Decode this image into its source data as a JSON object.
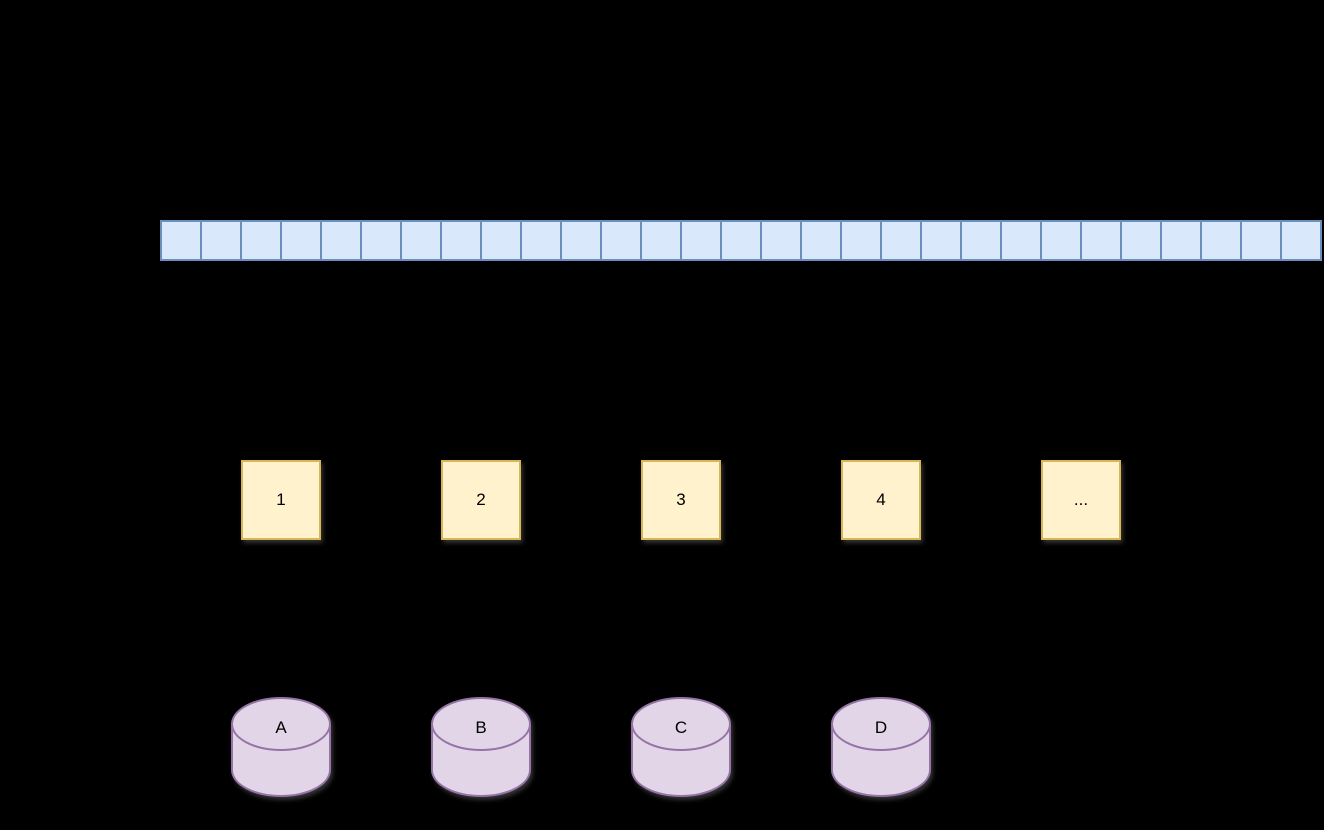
{
  "diagram": {
    "description": "Sharding diagram: a segmented slot bar, numbered shard squares, and database cylinders",
    "background_color": "#000000",
    "slot_bar": {
      "cell_count": 29,
      "fill": "#dae8fc",
      "stroke": "#6c8ebf"
    },
    "shards": {
      "labels": [
        "1",
        "2",
        "3",
        "4",
        "..."
      ],
      "fill": "#fff2cc",
      "stroke": "#d6b656"
    },
    "databases": {
      "labels": [
        "A",
        "B",
        "C",
        "D"
      ],
      "fill": "#e1d5e7",
      "stroke": "#9673a6"
    }
  }
}
